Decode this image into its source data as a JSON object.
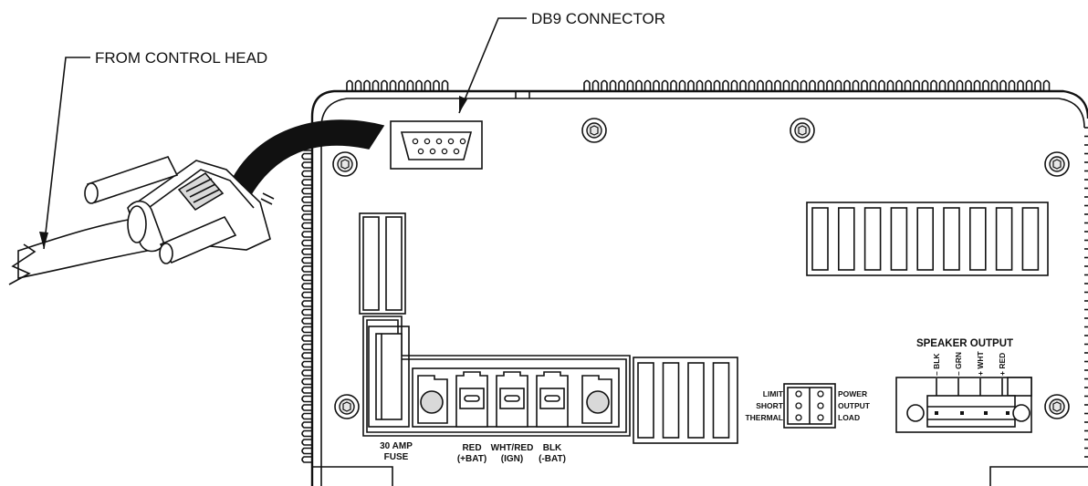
{
  "callouts": {
    "control_head": "FROM CONTROL HEAD",
    "db9": "DB9 CONNECTOR"
  },
  "fuse": {
    "line1": "30 AMP",
    "line2": "FUSE"
  },
  "power_terminals": [
    {
      "line1": "RED",
      "line2": "(+BAT)"
    },
    {
      "line1": "WHT/RED",
      "line2": "(IGN)"
    },
    {
      "line1": "BLK",
      "line2": "(-BAT)"
    }
  ],
  "led_indicators": {
    "left": [
      "LIMIT",
      "SHORT",
      "THERMAL"
    ],
    "right": [
      "POWER",
      "OUTPUT",
      "LOAD"
    ]
  },
  "speaker_output": {
    "title": "SPEAKER OUTPUT",
    "pins": [
      "– BLK",
      "– GRN",
      "+ WHT",
      "+ RED"
    ]
  }
}
